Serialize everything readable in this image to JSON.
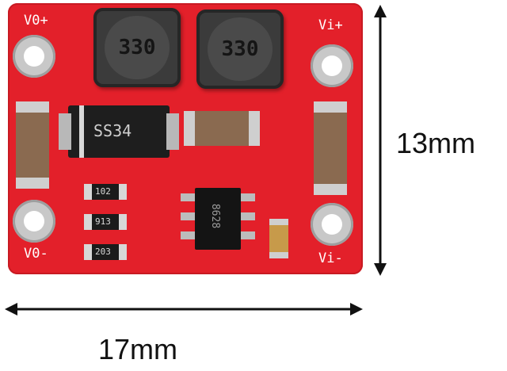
{
  "board": {
    "pads": {
      "top_left": "V0+",
      "top_right": "Vi+",
      "bottom_left": "V0-",
      "bottom_right": "Vi-"
    },
    "inductors": [
      {
        "marking": "330"
      },
      {
        "marking": "330"
      }
    ],
    "diode": {
      "marking": "SS34"
    },
    "resistors": [
      {
        "marking": "102"
      },
      {
        "marking": "913"
      },
      {
        "marking": "203"
      }
    ],
    "ic": {
      "marking": "8628"
    }
  },
  "dimensions": {
    "height": "13mm",
    "width": "17mm"
  },
  "colors": {
    "pcb": "#e3202a",
    "component": "#3b3b3b",
    "silkscreen": "#ffffff"
  }
}
